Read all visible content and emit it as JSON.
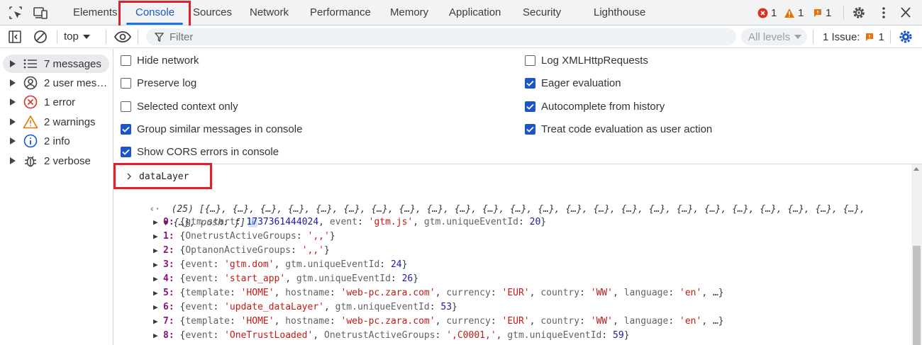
{
  "tabs": [
    {
      "label": "Elements"
    },
    {
      "label": "Console"
    },
    {
      "label": "Sources"
    },
    {
      "label": "Network"
    },
    {
      "label": "Performance"
    },
    {
      "label": "Memory"
    },
    {
      "label": "Application"
    },
    {
      "label": "Security"
    },
    {
      "label": "Lighthouse"
    }
  ],
  "status": {
    "errors": "1",
    "warnings": "1",
    "issues": "1",
    "error_color": "#d93025",
    "warning_color": "#e37400",
    "issue_color": "#e8710a"
  },
  "toolbar": {
    "context": "top",
    "filter_placeholder": "Filter",
    "levels": "All levels",
    "issues_label": "1 Issue:",
    "issues_count": "1"
  },
  "sidebar": {
    "items": [
      {
        "label": "7 messages",
        "icon": "list-icon"
      },
      {
        "label": "2 user mes…",
        "icon": "user-icon"
      },
      {
        "label": "1 error",
        "icon": "error-icon"
      },
      {
        "label": "2 warnings",
        "icon": "warning-icon"
      },
      {
        "label": "2 info",
        "icon": "info-icon"
      },
      {
        "label": "2 verbose",
        "icon": "bug-icon"
      }
    ]
  },
  "settings": {
    "left": [
      {
        "label": "Hide network",
        "checked": false
      },
      {
        "label": "Preserve log",
        "checked": false
      },
      {
        "label": "Selected context only",
        "checked": false
      },
      {
        "label": "Group similar messages in console",
        "checked": true
      },
      {
        "label": "Show CORS errors in console",
        "checked": true
      }
    ],
    "right": [
      {
        "label": "Log XMLHttpRequests",
        "checked": false
      },
      {
        "label": "Eager evaluation",
        "checked": true
      },
      {
        "label": "Autocomplete from history",
        "checked": true
      },
      {
        "label": "Treat code evaluation as user action",
        "checked": true
      }
    ]
  },
  "console": {
    "input": "dataLayer",
    "summary_count": "(25)",
    "summary_items": "[{…}, {…}, {…}, {…}, {…}, {…}, {…}, {…}, {…}, {…}, {…}, {…}, {…}, {…}, {…}, {…}, {…}, {…}, {…}, {…}, {…}, {…}, {…}, {…},",
    "summary_tail": "{…}, ",
    "summary_push_key": "push",
    "summary_push_val": ": ƒ]",
    "entries": [
      {
        "index": "0:",
        "text": "{gtm.start: 1737361444024, event: 'gtm.js', gtm.uniqueEventId: 20}"
      },
      {
        "index": "1:",
        "text": "{OnetrustActiveGroups: ',,'}"
      },
      {
        "index": "2:",
        "text": "{OptanonActiveGroups: ',,'}"
      },
      {
        "index": "3:",
        "text": "{event: 'gtm.dom', gtm.uniqueEventId: 24}"
      },
      {
        "index": "4:",
        "text": "{event: 'start_app', gtm.uniqueEventId: 26}"
      },
      {
        "index": "5:",
        "text": "{template: 'HOME', hostname: 'web-pc.zara.com', currency: 'EUR', country: 'WW', language: 'en', …}"
      },
      {
        "index": "6:",
        "text": "{event: 'update_dataLayer', gtm.uniqueEventId: 53}"
      },
      {
        "index": "7:",
        "text": "{template: 'HOME', hostname: 'web-pc.zara.com', currency: 'EUR', country: 'WW', language: 'en', …}"
      },
      {
        "index": "8:",
        "text": "{event: 'OneTrustLoaded', OnetrustActiveGroups: ',C0001,', gtm.uniqueEventId: 59}"
      }
    ]
  }
}
